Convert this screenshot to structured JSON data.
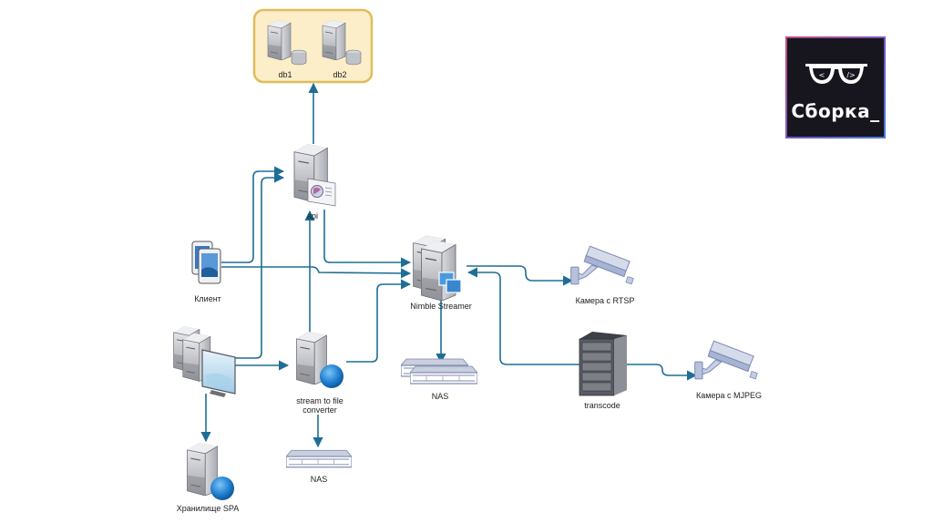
{
  "diagram": {
    "title": "Video streaming architecture",
    "accent_color": "#1e6e96",
    "group_fill": "#fbeec8",
    "group_border": "#e0bc5c",
    "nodes": {
      "db1": {
        "label": "db1",
        "icon": "database-server-icon"
      },
      "db2": {
        "label": "db2",
        "icon": "database-server-icon"
      },
      "api": {
        "label": "api",
        "icon": "api-server-icon"
      },
      "client": {
        "label": "Клиент",
        "icon": "mobile-devices-icon"
      },
      "nimble": {
        "label": "Nimble Streamer",
        "icon": "streaming-server-icon"
      },
      "camera_rtsp": {
        "label": "Камера с RTSP",
        "icon": "cctv-camera-icon"
      },
      "web_servers": {
        "label": "",
        "icon": "web-server-cluster-icon"
      },
      "converter": {
        "label_line1": "stream to file",
        "label_line2": "converter",
        "icon": "web-server-globe-icon"
      },
      "nas1": {
        "label": "NAS",
        "icon": "nas-storage-icon"
      },
      "transcode": {
        "label": "transcode",
        "icon": "rack-server-icon"
      },
      "camera_mjpeg": {
        "label": "Камера с MJPEG",
        "icon": "cctv-camera-icon"
      },
      "spa_storage": {
        "label": "Хранилище SPA",
        "icon": "web-server-globe-icon"
      },
      "nas2": {
        "label": "NAS",
        "icon": "nas-storage-icon"
      }
    },
    "edges": [
      {
        "from": "api",
        "to": "db_group"
      },
      {
        "from": "client",
        "to": "api"
      },
      {
        "from": "web_servers",
        "to": "api"
      },
      {
        "from": "converter",
        "to": "api"
      },
      {
        "from": "api",
        "to": "nimble"
      },
      {
        "from": "client",
        "to": "nimble"
      },
      {
        "from": "converter",
        "to": "nimble"
      },
      {
        "from": "nimble",
        "to": "camera_rtsp"
      },
      {
        "from": "transcode",
        "to": "nimble"
      },
      {
        "from": "transcode",
        "to": "camera_mjpeg"
      },
      {
        "from": "nimble",
        "to": "nas1"
      },
      {
        "from": "web_servers",
        "to": "converter"
      },
      {
        "from": "web_servers",
        "to": "spa_storage"
      },
      {
        "from": "converter",
        "to": "nas2"
      }
    ]
  },
  "logo": {
    "text": "Сборка_",
    "glyph_left": "<",
    "glyph_right": "/>"
  }
}
